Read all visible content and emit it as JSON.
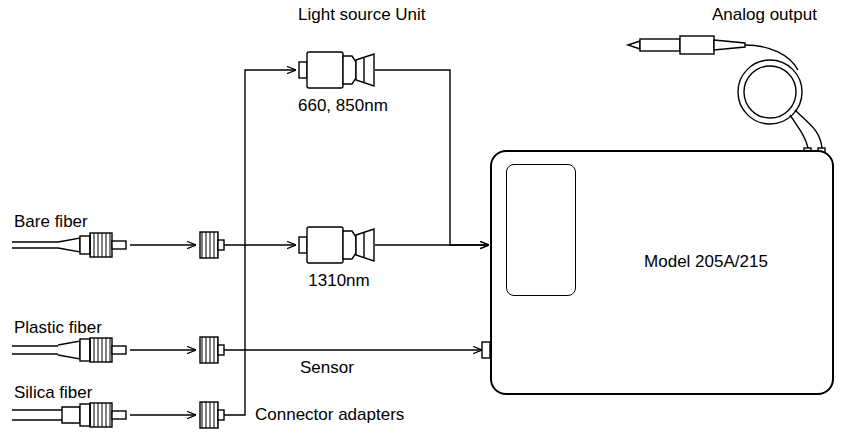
{
  "diagram": {
    "nodes": [
      {
        "text": [
          "660, 850nm"
        ]
      },
      {
        "text": [
          "1310nm"
        ]
      },
      {
        "text": [
          "Model 205A/215"
        ]
      }
    ],
    "edges": [
      {
        "from": 0,
        "to": 2,
        "arrow": "to"
      },
      {
        "from": 1,
        "to": 2,
        "arrow": "to"
      }
    ],
    "labels": [
      "Light source Unit",
      "Analog output",
      "Bare fiber",
      "Plastic fiber",
      "Silica fiber",
      "Sensor",
      "Connector adapters"
    ]
  }
}
